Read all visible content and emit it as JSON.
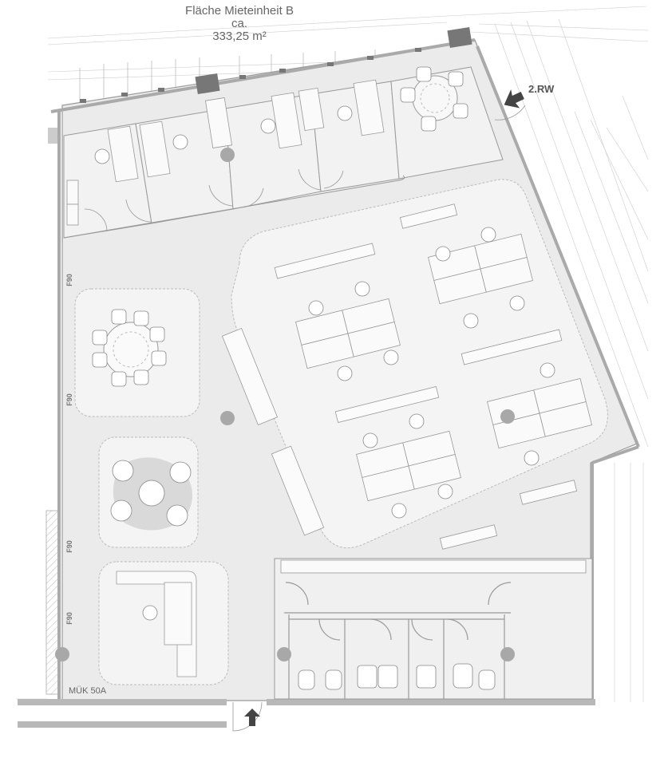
{
  "title": {
    "line1": "Fläche Mieteinheit B",
    "line2": "ca.",
    "line3": "333,25 m²"
  },
  "labels": {
    "escape_route": "2.RW",
    "fire_rating": [
      "F90",
      "F90",
      "F90",
      "F90"
    ],
    "shaft": "MÜK 50A"
  },
  "icons": {
    "entrance": "arrow-up-icon",
    "escape": "arrow-right-icon"
  },
  "colors": {
    "floor": "#ebebeb",
    "zone": "#f4f4f4",
    "line": "#999999",
    "wall": "#b8b8b8",
    "column": "#a8a8a8",
    "arrow": "#444444"
  }
}
